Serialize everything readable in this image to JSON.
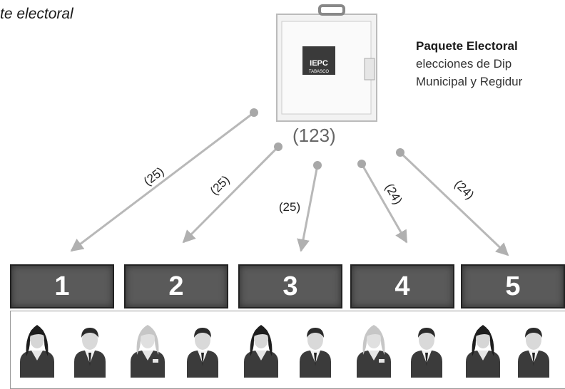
{
  "title": "te electoral",
  "package": {
    "label_bold": "Paquete Electoral",
    "line2": "elecciones  de  Dip",
    "line3": "Municipal y Regidur",
    "badge_line1": "IEPC",
    "badge_line2": "TABASCO"
  },
  "total_label": "(123)",
  "arrows": [
    {
      "label": "(25)"
    },
    {
      "label": "(25)"
    },
    {
      "label": "(25)"
    },
    {
      "label": "(24)"
    },
    {
      "label": "(24)"
    }
  ],
  "boxes": [
    "1",
    "2",
    "3",
    "4",
    "5"
  ],
  "people": [
    {
      "type": "woman-dark"
    },
    {
      "type": "man"
    },
    {
      "type": "woman-light"
    },
    {
      "type": "man"
    },
    {
      "type": "woman-dark"
    },
    {
      "type": "man"
    },
    {
      "type": "woman-light"
    },
    {
      "type": "man"
    },
    {
      "type": "woman-dark"
    },
    {
      "type": "man"
    }
  ],
  "colors": {
    "arrow": "#b8b8b8",
    "dot": "#a8a8a8",
    "tile": "#5a5a5a"
  }
}
